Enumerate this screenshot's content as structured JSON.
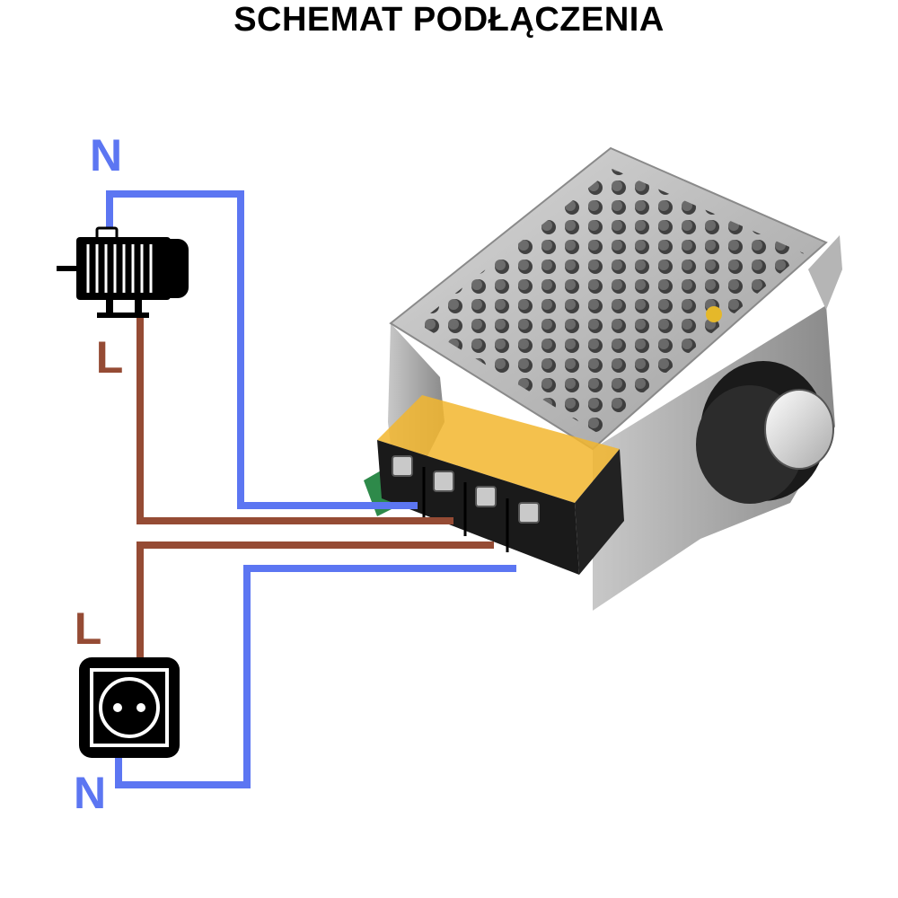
{
  "title": "SCHEMAT PODŁĄCZENIA",
  "labels": {
    "motor_neutral": "N",
    "motor_live": "L",
    "socket_live": "L",
    "socket_neutral": "N"
  },
  "colors": {
    "neutral_wire": "#5c76f2",
    "live_wire": "#954b34",
    "icon": "#000000"
  },
  "icons": {
    "motor": "electric-motor-icon",
    "socket": "power-socket-icon",
    "controller": "voltage-regulator-module"
  }
}
